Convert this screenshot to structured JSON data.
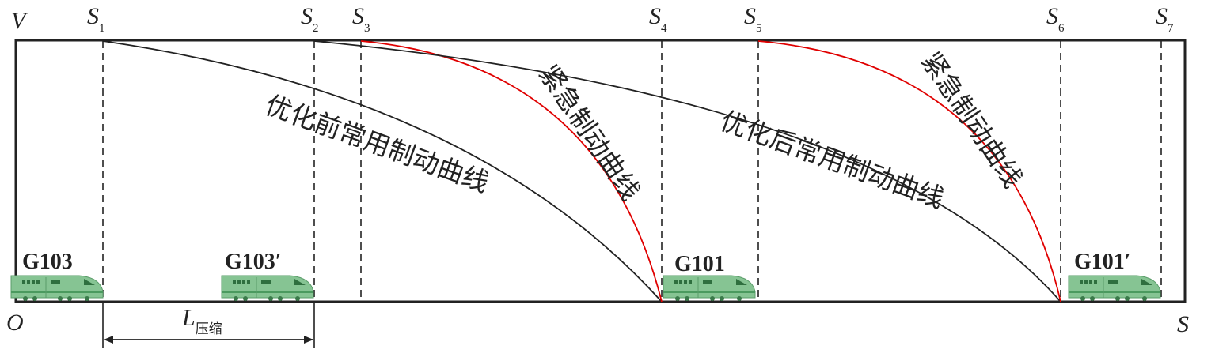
{
  "axes": {
    "v_label": "V",
    "o_label": "O",
    "s_label": "S"
  },
  "positions": [
    {
      "main": "S",
      "sub": "1"
    },
    {
      "main": "S",
      "sub": "2"
    },
    {
      "main": "S",
      "sub": "3"
    },
    {
      "main": "S",
      "sub": "4"
    },
    {
      "main": "S",
      "sub": "5"
    },
    {
      "main": "S",
      "sub": "6"
    },
    {
      "main": "S",
      "sub": "7"
    }
  ],
  "curves": {
    "before_label": "优化前常用制动曲线",
    "after_label": "优化后常用制动曲线",
    "emergency_label_1": "紧急制动曲线",
    "emergency_label_2": "紧急制动曲线"
  },
  "trains": [
    {
      "name": "G103"
    },
    {
      "name": "G103′"
    },
    {
      "name": "G101"
    },
    {
      "name": "G101′"
    }
  ],
  "compression": {
    "main": "L",
    "sub": "压缩"
  },
  "colors": {
    "frame": "#222222",
    "service_curve": "#222222",
    "emergency_curve": "#e00000",
    "train_body": "#7fbf8a",
    "train_stripe": "#3f8f55"
  }
}
